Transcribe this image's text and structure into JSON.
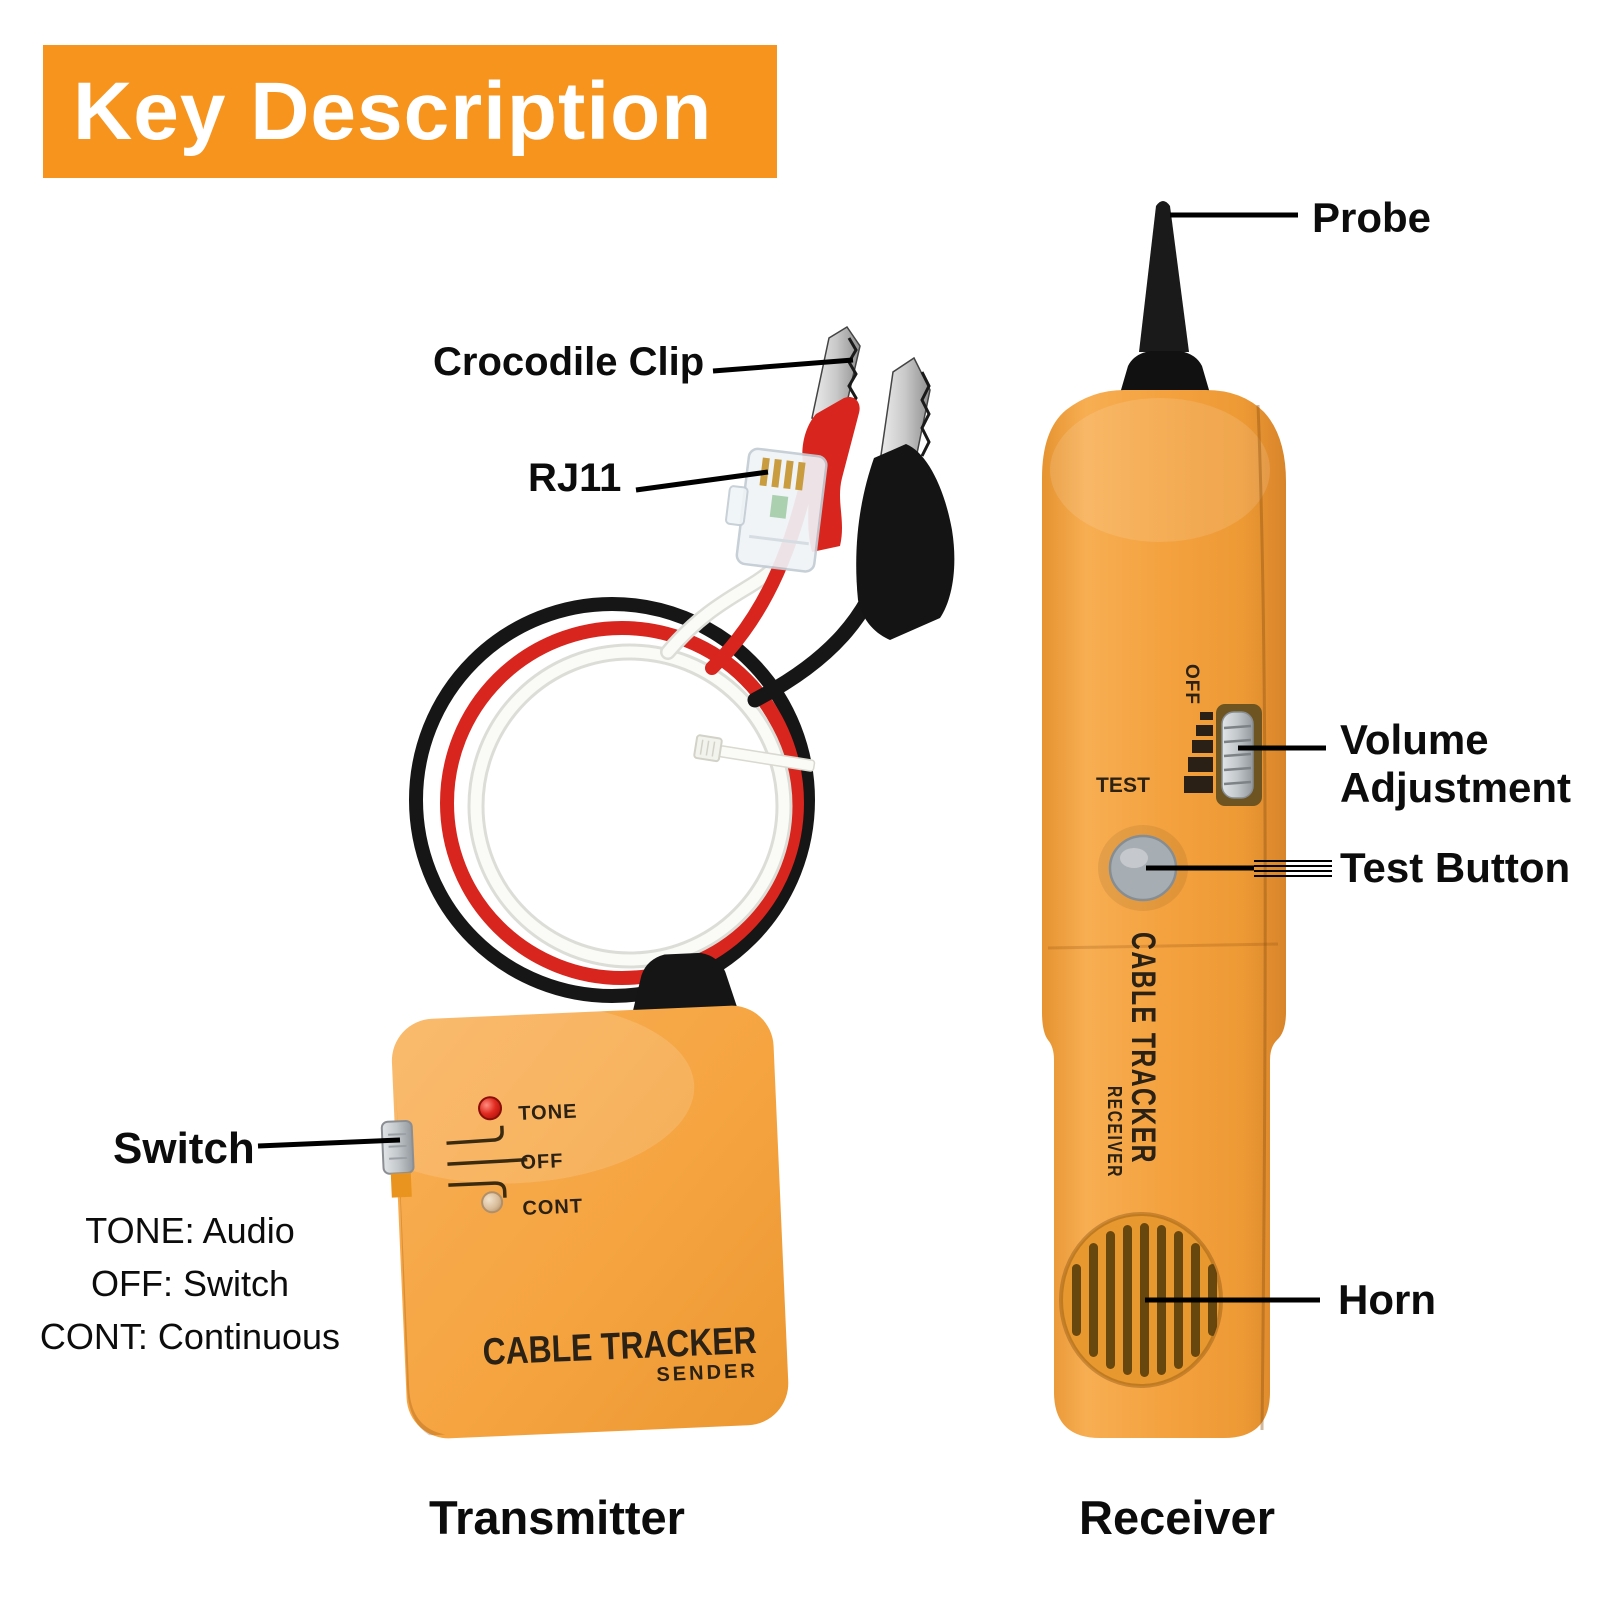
{
  "header": {
    "title": "Key Description"
  },
  "devices": {
    "transmitter": {
      "caption": "Transmitter",
      "brand": "CABLE TRACKER",
      "sub_brand": "SENDER",
      "markings": {
        "tone": "TONE",
        "off": "OFF",
        "cont": "CONT"
      }
    },
    "receiver": {
      "caption": "Receiver",
      "brand": "CABLE TRACKER",
      "sub_brand": "RECEIVER",
      "test_marking": "TEST",
      "volume_off_marking": "OFF"
    }
  },
  "callouts": {
    "probe": "Probe",
    "crocodile_clip": "Crocodile Clip",
    "rj11": "RJ11",
    "volume_line1": "Volume",
    "volume_line2": "Adjustment",
    "test_button": "Test Button",
    "horn": "Horn",
    "switch": "Switch",
    "switch_desc": [
      "TONE: Audio",
      "OFF: Switch",
      "CONT: Continuous"
    ]
  },
  "colors": {
    "banner_orange": "#F7941E",
    "device_orange": "#F4A23F",
    "wire_red": "#D8251E",
    "wire_black": "#161616",
    "wire_white": "#FAFAF7",
    "button_gray": "#A6ADB3",
    "led_red": "#D2201A",
    "led_amber": "#D8BC9A"
  }
}
